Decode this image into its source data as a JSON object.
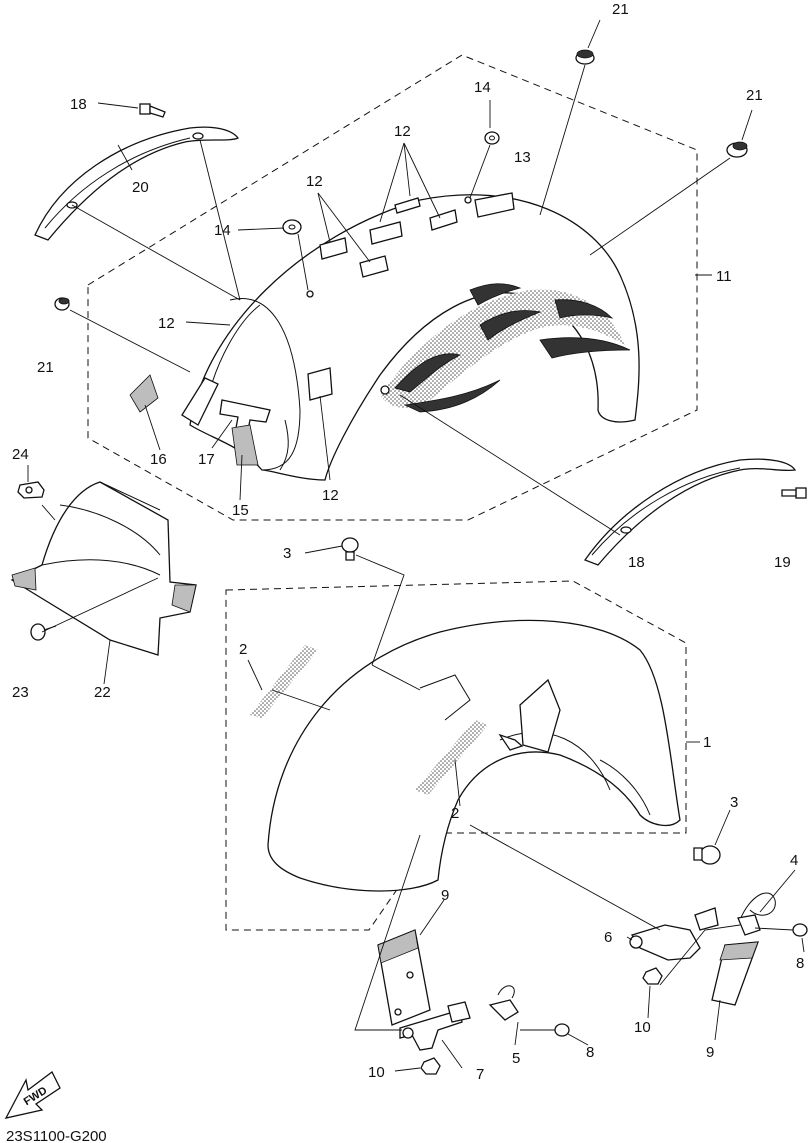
{
  "diagram": {
    "drawing_code": "23S1100-G200",
    "direction_arrow": "FWD",
    "callouts": [
      {
        "id": "c1",
        "text": "1"
      },
      {
        "id": "c2a",
        "text": "2"
      },
      {
        "id": "c2b",
        "text": "2"
      },
      {
        "id": "c3a",
        "text": "3"
      },
      {
        "id": "c3b",
        "text": "3"
      },
      {
        "id": "c4",
        "text": "4"
      },
      {
        "id": "c5",
        "text": "5"
      },
      {
        "id": "c6",
        "text": "6"
      },
      {
        "id": "c7",
        "text": "7"
      },
      {
        "id": "c8a",
        "text": "8"
      },
      {
        "id": "c8b",
        "text": "8"
      },
      {
        "id": "c9a",
        "text": "9"
      },
      {
        "id": "c9b",
        "text": "9"
      },
      {
        "id": "c10a",
        "text": "10"
      },
      {
        "id": "c10b",
        "text": "10"
      },
      {
        "id": "c11",
        "text": "11"
      },
      {
        "id": "c12a",
        "text": "12"
      },
      {
        "id": "c12b",
        "text": "12"
      },
      {
        "id": "c12c",
        "text": "12"
      },
      {
        "id": "c12d",
        "text": "12"
      },
      {
        "id": "c13",
        "text": "13"
      },
      {
        "id": "c14a",
        "text": "14"
      },
      {
        "id": "c14b",
        "text": "14"
      },
      {
        "id": "c15",
        "text": "15"
      },
      {
        "id": "c16",
        "text": "16"
      },
      {
        "id": "c17",
        "text": "17"
      },
      {
        "id": "c18a",
        "text": "18"
      },
      {
        "id": "c18b",
        "text": "18"
      },
      {
        "id": "c19",
        "text": "19"
      },
      {
        "id": "c20",
        "text": "20"
      },
      {
        "id": "c21a",
        "text": "21"
      },
      {
        "id": "c21b",
        "text": "21"
      },
      {
        "id": "c21c",
        "text": "21"
      },
      {
        "id": "c22",
        "text": "22"
      },
      {
        "id": "c23",
        "text": "23"
      },
      {
        "id": "c24",
        "text": "24"
      }
    ]
  }
}
